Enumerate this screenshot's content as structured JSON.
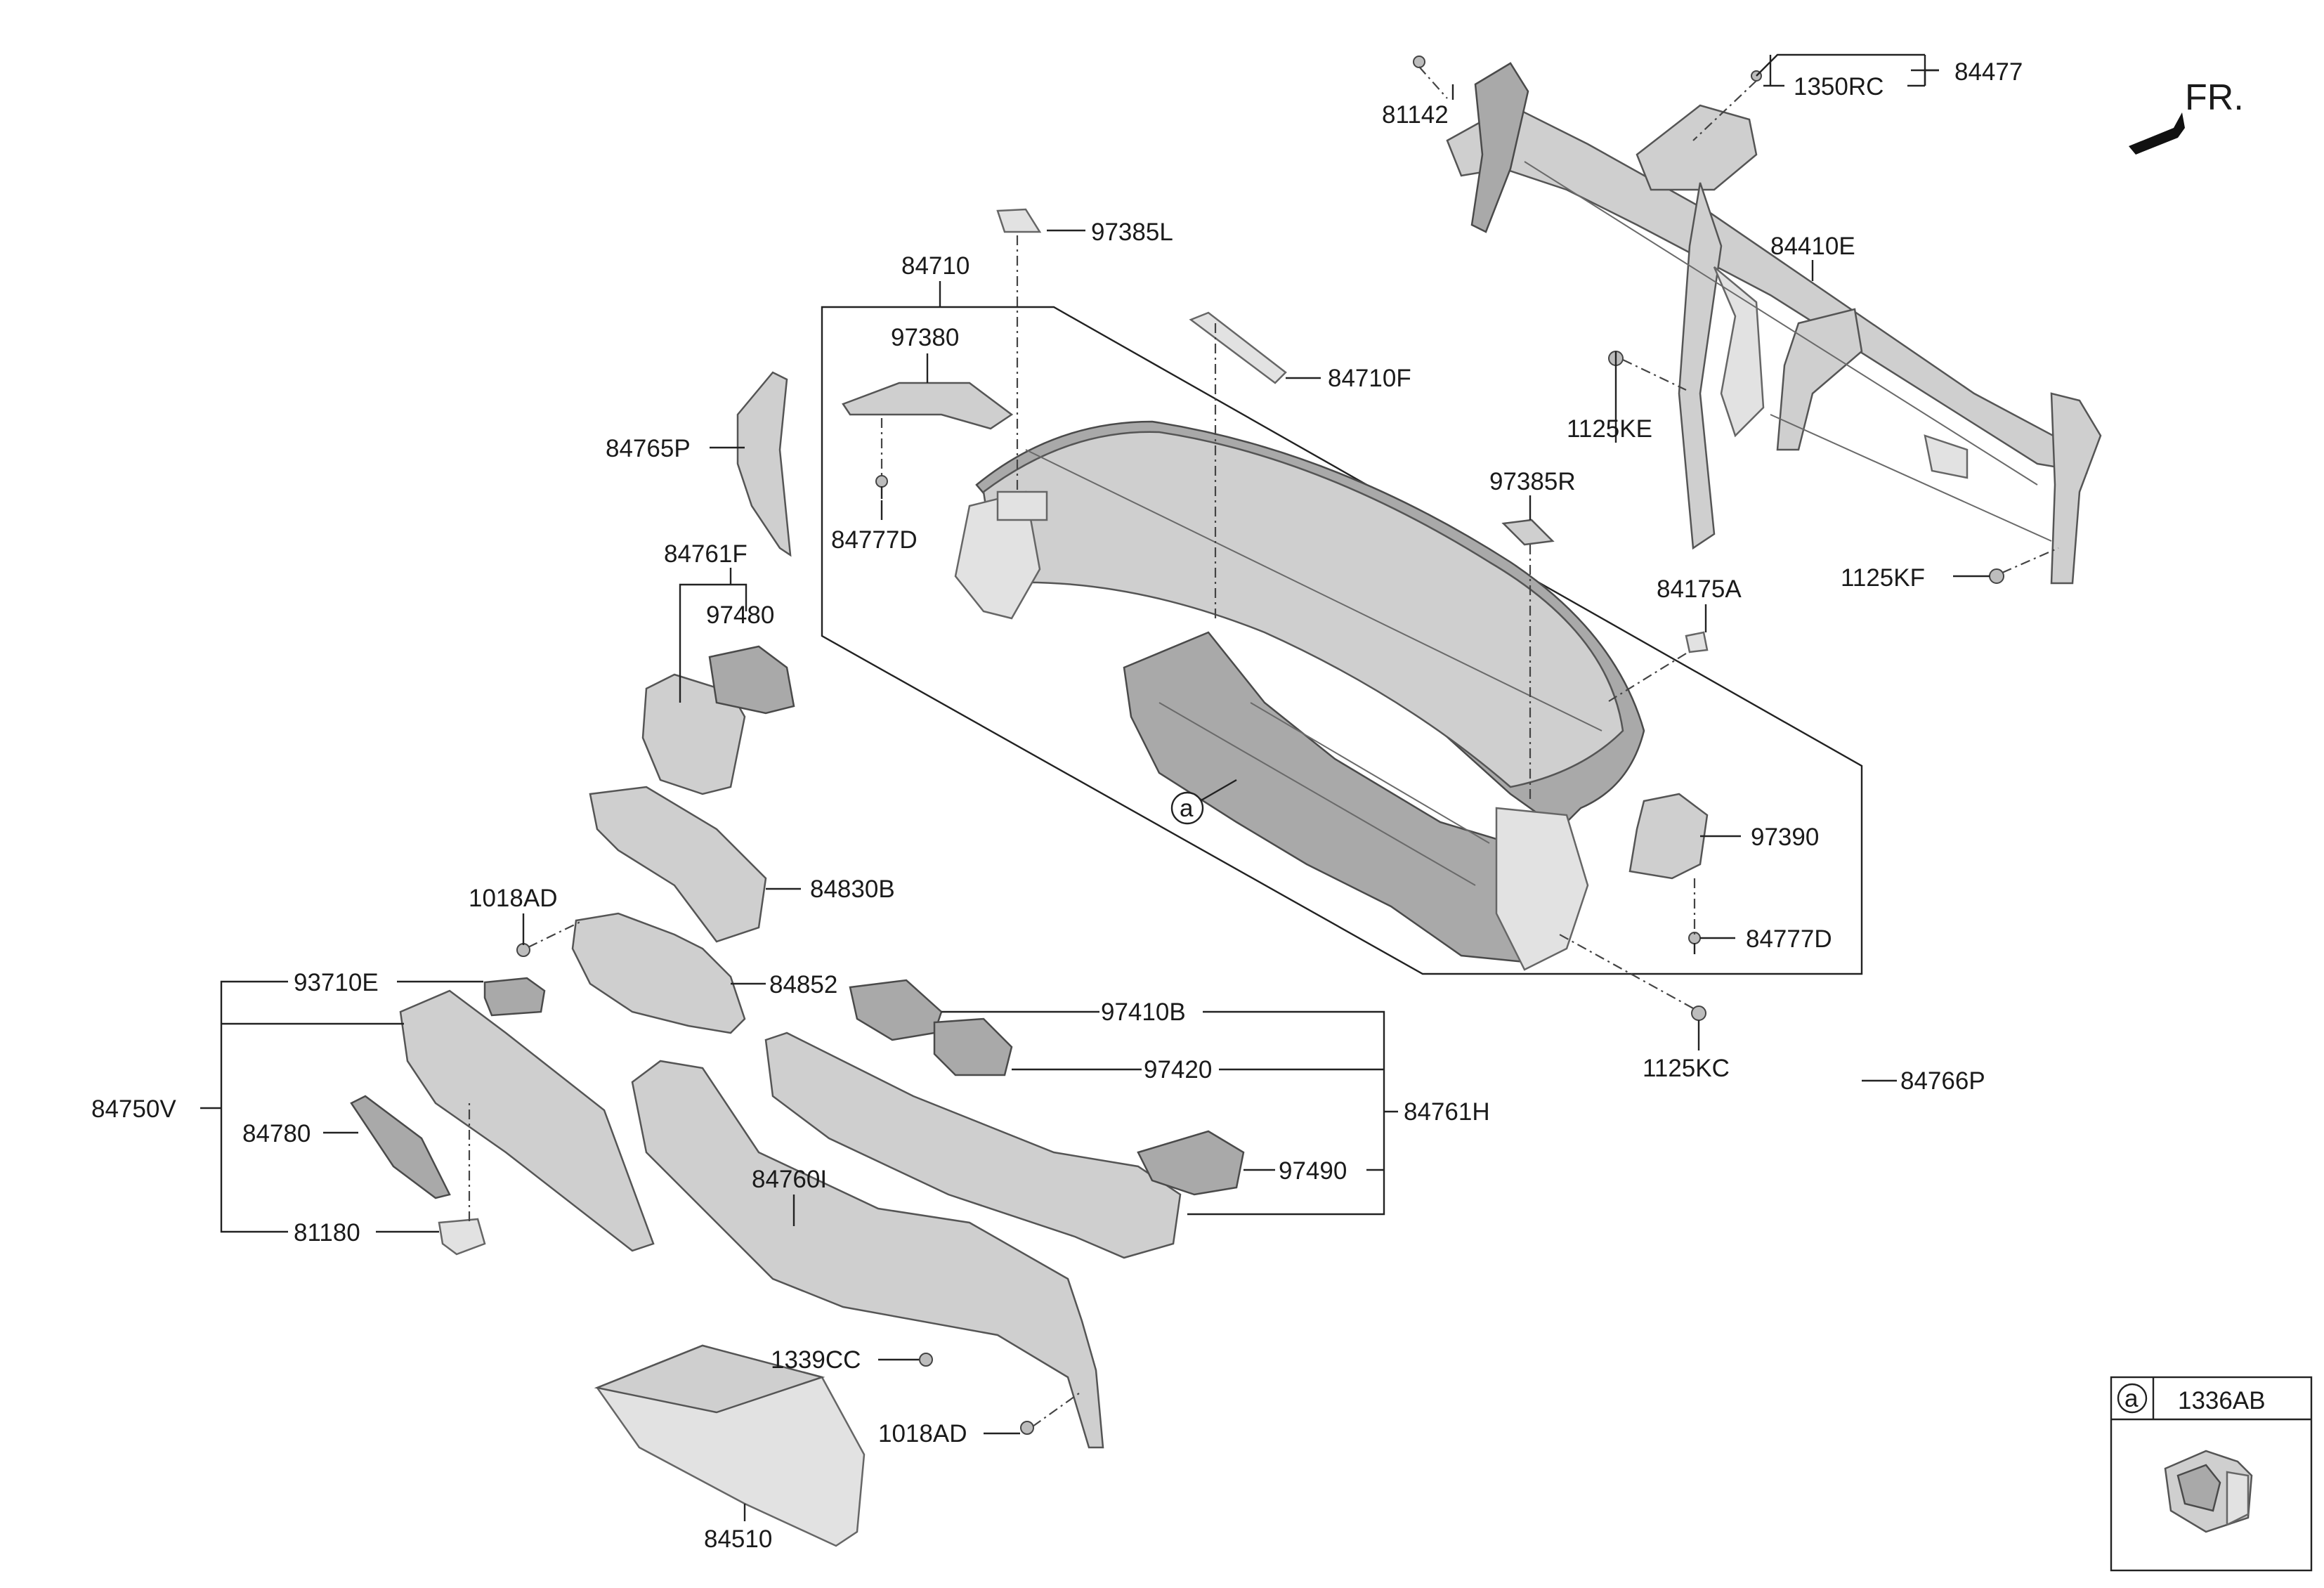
{
  "orientation": {
    "label": "FR."
  },
  "callouts": {
    "c84477": "84477",
    "c1350RC": "1350RC",
    "c81142": "81142",
    "c97385L": "97385L",
    "c84410E": "84410E",
    "c84710": "84710",
    "c97380": "97380",
    "c84710F": "84710F",
    "c84765P": "84765P",
    "c1125KE": "1125KE",
    "c97385R": "97385R",
    "c84777D_top": "84777D",
    "c1125KF": "1125KF",
    "c84761F": "84761F",
    "c84175A": "84175A",
    "c97480": "97480",
    "c97390": "97390",
    "c84830B": "84830B",
    "c1018AD_top": "1018AD",
    "c84777D_right": "84777D",
    "c93710E": "93710E",
    "c84852": "84852",
    "c97410B": "97410B",
    "c1125KC": "1125KC",
    "c97420": "97420",
    "c84766P": "84766P",
    "c84750V": "84750V",
    "c84761H": "84761H",
    "c84780": "84780",
    "c84760I": "84760I",
    "c97490": "97490",
    "c81180": "81180",
    "c1339CC": "1339CC",
    "c1018AD_bottom": "1018AD",
    "c84510": "84510"
  },
  "detail_marker": {
    "letter": "a"
  },
  "inset": {
    "letter": "a",
    "part_number": "1336AB"
  }
}
